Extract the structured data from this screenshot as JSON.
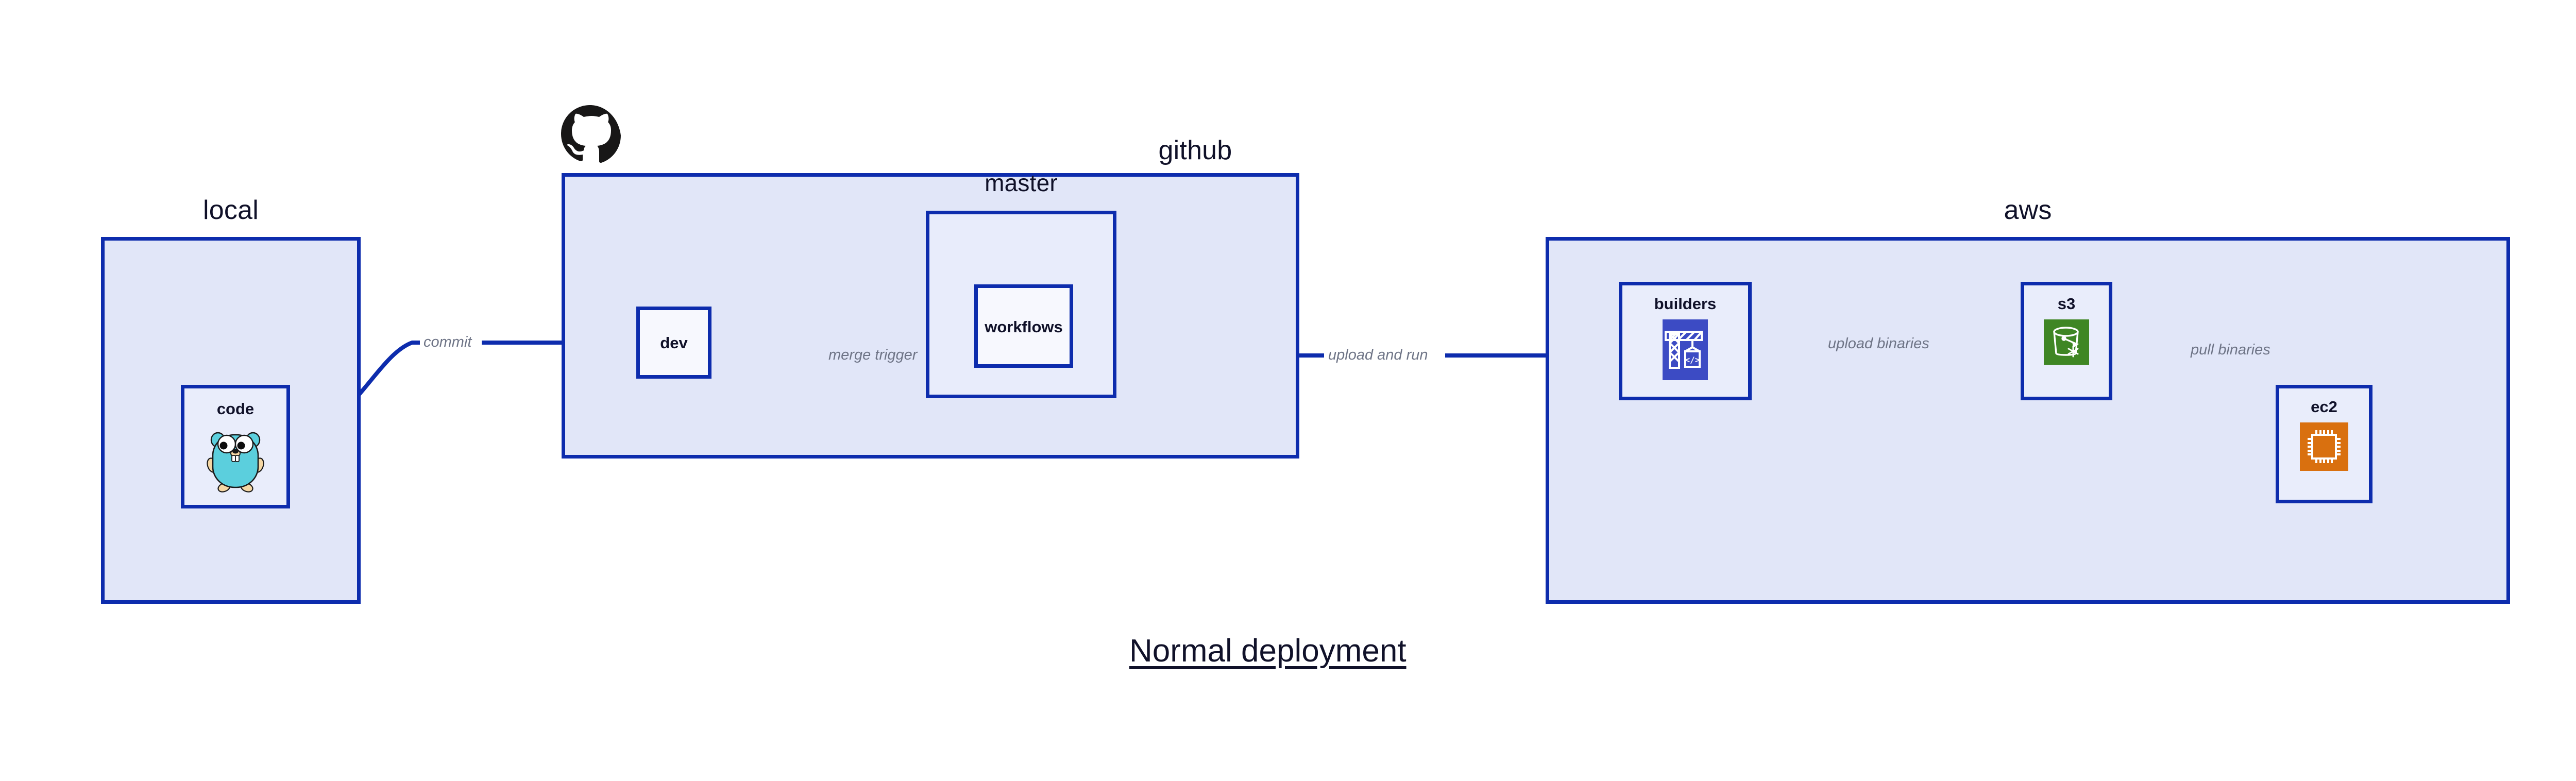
{
  "diagram": {
    "title": "Normal deployment",
    "colors": {
      "group_fill": "#e1e6f8",
      "node_fill": "#e9edfb",
      "border": "#0d2cad",
      "edge": "#0d2cad",
      "edge_label": "#6e7486",
      "text": "#101129",
      "codebuild_icon": "#3c4bc4",
      "s3_icon": "#3f8624",
      "ec2_icon": "#d9700f",
      "gopher_body": "#5bcfdd",
      "github_logo": "#181717"
    }
  },
  "groups": [
    {
      "id": "local",
      "label": "local"
    },
    {
      "id": "github",
      "label": "github"
    },
    {
      "id": "aws",
      "label": "aws"
    }
  ],
  "subgroups": [
    {
      "id": "master",
      "label": "master",
      "parent": "github"
    }
  ],
  "nodes": [
    {
      "id": "code",
      "label": "code",
      "icon": "go-gopher-icon",
      "parent": "local"
    },
    {
      "id": "dev",
      "label": "dev",
      "icon": null,
      "parent": "github"
    },
    {
      "id": "workflows",
      "label": "workflows",
      "icon": null,
      "parent": "master"
    },
    {
      "id": "builders",
      "label": "builders",
      "icon": "aws-codebuild-icon",
      "parent": "aws"
    },
    {
      "id": "s3",
      "label": "s3",
      "icon": "aws-s3-icon",
      "parent": "aws"
    },
    {
      "id": "ec2",
      "label": "ec2",
      "icon": "aws-ec2-icon",
      "parent": "aws"
    }
  ],
  "edges": [
    {
      "id": "code-dev",
      "from": "code",
      "to": "dev",
      "label": "commit"
    },
    {
      "id": "dev-workflows",
      "from": "dev",
      "to": "workflows",
      "label": "merge trigger"
    },
    {
      "id": "workflows-build",
      "from": "workflows",
      "to": "builders",
      "label": "upload and run"
    },
    {
      "id": "build-s3",
      "from": "builders",
      "to": "s3",
      "label": "upload binaries"
    },
    {
      "id": "s3-ec2",
      "from": "s3",
      "to": "ec2",
      "label": "pull binaries"
    }
  ],
  "logos": [
    {
      "id": "github-logo",
      "name": "github-octocat-icon",
      "attached_to": "github"
    }
  ]
}
